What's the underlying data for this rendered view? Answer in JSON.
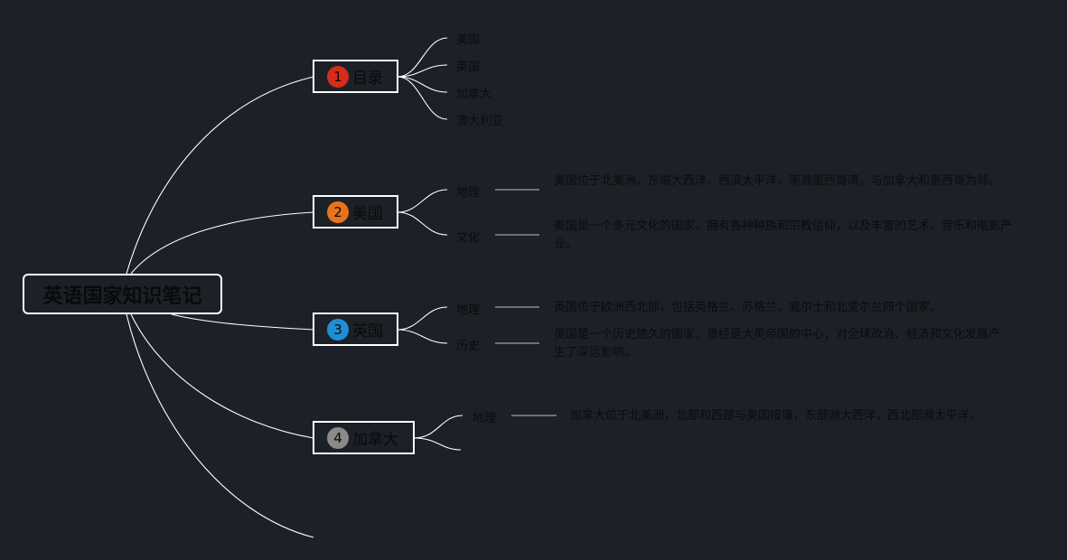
{
  "root": {
    "label": "英语国家知识笔记"
  },
  "colors": {
    "background": "#1c2128",
    "line": "#ffffff",
    "badge_1": "#d92b1a",
    "badge_2": "#e8731c",
    "badge_3": "#1e8fd6",
    "badge_4": "#8a8a8a"
  },
  "branches": [
    {
      "badge": "1",
      "label": "目录",
      "children": [
        {
          "label": "美国"
        },
        {
          "label": "英国"
        },
        {
          "label": "加拿大"
        },
        {
          "label": "澳大利亚"
        }
      ]
    },
    {
      "badge": "2",
      "label": "美国",
      "children": [
        {
          "label": "地理",
          "note": "美国位于北美洲，东临大西洋，西滨太平洋，南濒墨西哥湾，与加拿大和墨西哥为邻。"
        },
        {
          "label": "文化",
          "note": "美国是一个多元文化的国家，拥有各种种族和宗教信仰，以及丰富的艺术、音乐和电影产业。"
        }
      ]
    },
    {
      "badge": "3",
      "label": "英国",
      "children": [
        {
          "label": "地理",
          "note": "英国位于欧洲西北部，包括英格兰、苏格兰、威尔士和北爱尔兰四个国家。"
        },
        {
          "label": "历史",
          "note": "英国是一个历史悠久的国家，曾经是大英帝国的中心，对全球政治、经济和文化发展产生了深远影响。"
        }
      ]
    },
    {
      "badge": "4",
      "label": "加拿大",
      "children": [
        {
          "label": "地理",
          "note": "加拿大位于北美洲，北部和西部与美国接壤，东部濒大西洋，西北部濒太平洋。"
        }
      ]
    }
  ]
}
